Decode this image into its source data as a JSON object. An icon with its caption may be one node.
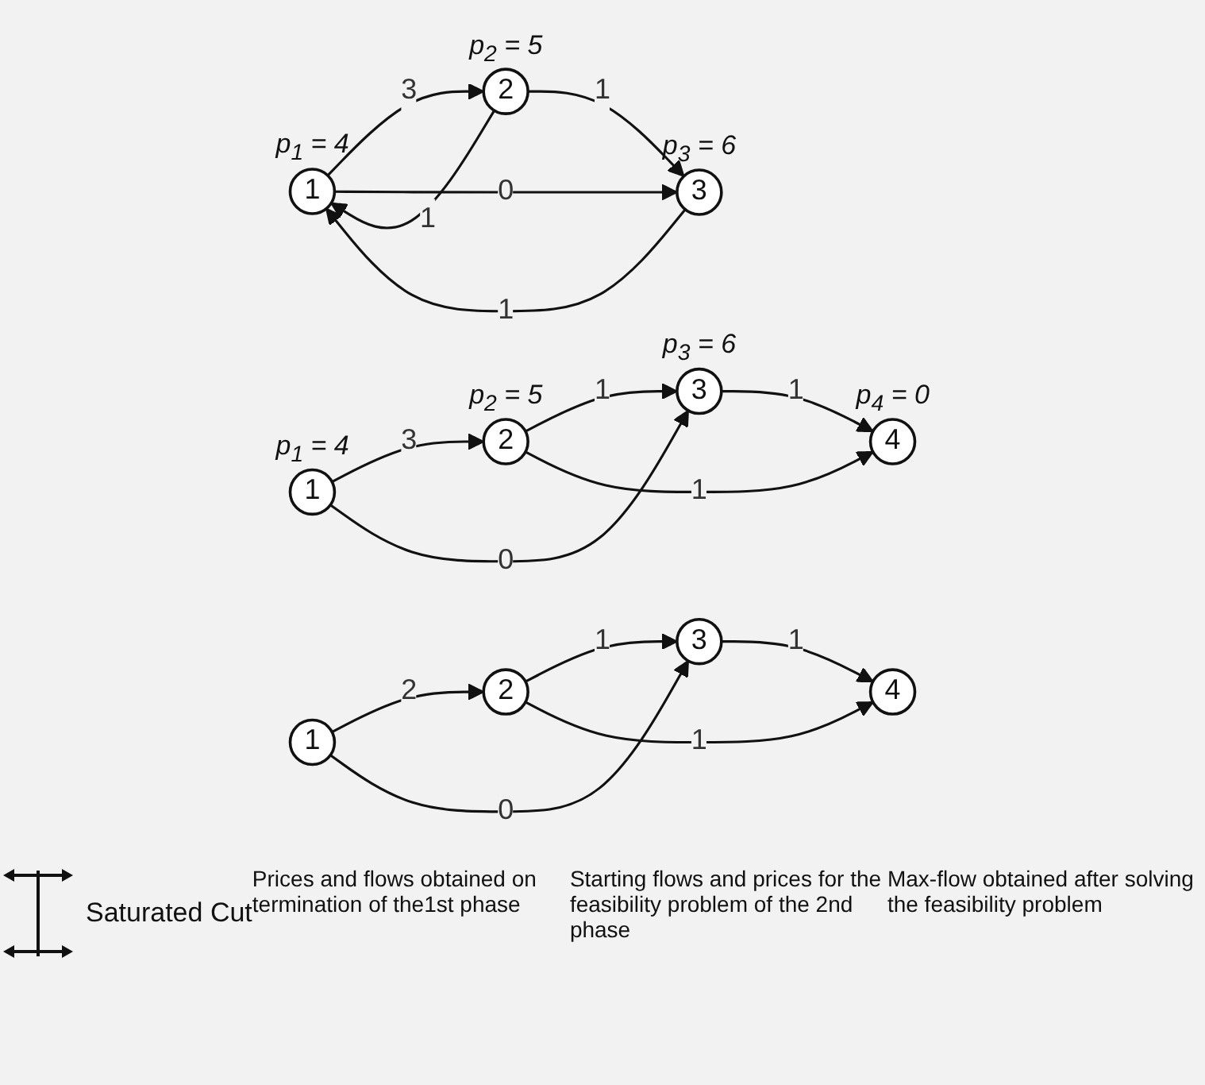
{
  "diagram": {
    "nodes": [
      {
        "text": [
          "1"
        ],
        "beside": [
          "p$_{1}$ = 4"
        ]
      },
      {
        "text": [
          "2"
        ],
        "beside": [
          "p$_{2}$ = 5"
        ]
      },
      {
        "text": [
          "3"
        ],
        "beside": [
          "p$_{3}$ = 6"
        ]
      },
      {
        "text": [
          "4"
        ],
        "beside": [
          "p$_{4}$ = 0"
        ]
      },
      {
        "text": [
          "1"
        ],
        "beside": [
          "p$_{1}$ = 4"
        ]
      },
      {
        "text": [
          "2"
        ],
        "beside": [
          "p$_{2}$ = 5"
        ]
      },
      {
        "text": [
          "3"
        ],
        "beside": [
          "p$_{3}$ = 6"
        ]
      },
      {
        "text": [
          "1"
        ]
      },
      {
        "text": [
          "2"
        ]
      },
      {
        "text": [
          "3"
        ]
      },
      {
        "text": [
          "4"
        ]
      }
    ],
    "edges": [
      {
        "from": 0,
        "to": 1,
        "arrow": "to",
        "label": "3"
      },
      {
        "from": 0,
        "to": 2,
        "arrow": "to",
        "label": "0"
      },
      {
        "from": 1,
        "to": 2,
        "arrow": "to",
        "label": "1"
      },
      {
        "from": 1,
        "to": 3,
        "arrow": "to",
        "label": "1"
      },
      {
        "from": 2,
        "to": 3,
        "arrow": "to",
        "label": "1"
      },
      {
        "from": 5,
        "to": 4,
        "arrow": "to",
        "label": "1"
      },
      {
        "from": 4,
        "to": 5,
        "arrow": "to",
        "label": "3"
      },
      {
        "from": 4,
        "to": 6,
        "arrow": "to",
        "label": "0"
      },
      {
        "from": 6,
        "to": 4,
        "arrow": "to",
        "label": "1"
      },
      {
        "from": 5,
        "to": 6,
        "arrow": "to",
        "label": "1"
      },
      {
        "from": 7,
        "to": 8,
        "arrow": "to",
        "label": "2"
      },
      {
        "from": 7,
        "to": 9,
        "arrow": "to",
        "label": "0"
      },
      {
        "from": 8,
        "to": 9,
        "arrow": "to",
        "label": "1"
      },
      {
        "from": 8,
        "to": 10,
        "arrow": "to",
        "label": "1"
      },
      {
        "from": 9,
        "to": 10,
        "arrow": "to",
        "label": "1"
      }
    ],
    "labels": [
      "Saturated Cut",
      "Prices and flows obtained on termination of the1st phase",
      "Starting flows and prices for the feasibility problem of the 2nd phase",
      "Max-flow obtained after solving the feasibility problem"
    ]
  }
}
